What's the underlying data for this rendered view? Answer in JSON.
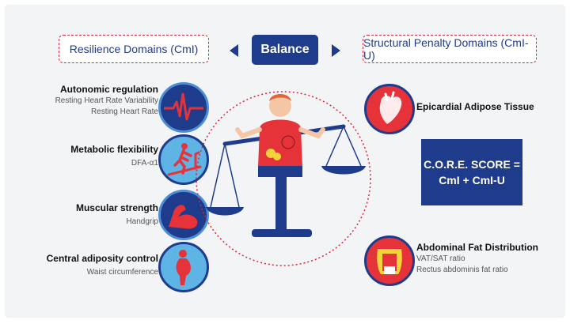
{
  "header": {
    "left_label": "Resilience Domains (CmI)",
    "center_label": "Balance",
    "right_label": "Structural Penalty Domains (CmI-U)"
  },
  "left_items": [
    {
      "title": "Autonomic regulation",
      "subs": [
        "Resting Heart Rate Variability",
        "Resting Heart Rate"
      ],
      "icon": "heart-rate-icon"
    },
    {
      "title": "Metabolic flexibility",
      "subs": [
        "DFA-α1"
      ],
      "icon": "treadmill-icon"
    },
    {
      "title": "Muscular strength",
      "subs": [
        "Handgrip"
      ],
      "icon": "flexed-arm-icon"
    },
    {
      "title": "Central adiposity control",
      "subs": [
        "Waist circumference"
      ],
      "icon": "body-silhouette-icon"
    }
  ],
  "right_items": [
    {
      "title": "Epicardial Adipose Tissue",
      "subs": [],
      "icon": "heart-anatomy-icon"
    },
    {
      "title": "Abdominal Fat Distribution",
      "subs": [
        "VAT/SAT ratio",
        "Rectus abdominis fat ratio"
      ],
      "icon": "abdomen-icon"
    }
  ],
  "score": {
    "line1": "C.O.R.E. SCORE =",
    "line2": "CmI + CmI-U"
  },
  "colors": {
    "navy": "#1f3b8c",
    "red": "#e63339",
    "light_blue": "#5fb4e6",
    "panel": "#f3f4f6"
  }
}
